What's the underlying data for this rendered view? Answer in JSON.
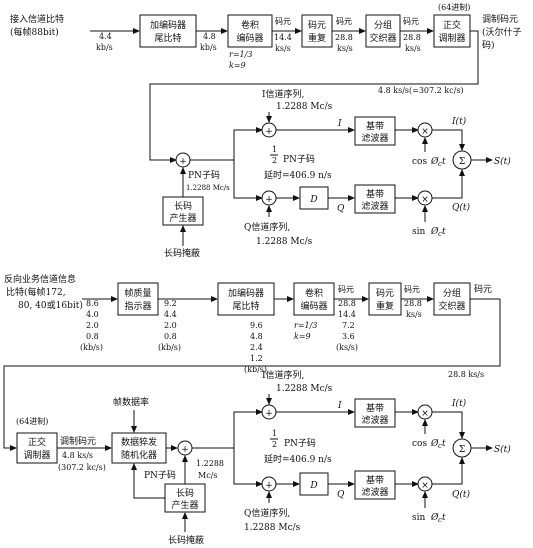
{
  "top": {
    "input_label": [
      "接入信道比特",
      "(每帧88bit)"
    ],
    "rate_in": [
      "4.4",
      "kb/s"
    ],
    "encoder_tail": [
      "加编码器",
      "尾比特"
    ],
    "rate_after_tail": [
      "4.8",
      "kb/s"
    ],
    "conv_encoder": [
      "卷积",
      "编码器"
    ],
    "conv_params": [
      "r=1/3",
      "k=9"
    ],
    "rate_after_conv": [
      "码元",
      "14.4",
      "ks/s"
    ],
    "symbol_repeat": [
      "码元",
      "重复"
    ],
    "rate_after_repeat": [
      "码元",
      "28.8",
      "ks/s"
    ],
    "interleaver": [
      "分组",
      "交织器"
    ],
    "rate_after_interleave": [
      "码元",
      "28.8",
      "ks/s"
    ],
    "walsh_label": "(64进制)",
    "orth_modulator": [
      "正交",
      "调制器"
    ],
    "mod_symbol": [
      "调制码元",
      "(沃尔什子",
      "码)"
    ],
    "rate_walsh": "4.8  ks/s(=307.2  kc/s)",
    "i_seq": [
      "I信道序列,",
      "1.2288  Mc/s"
    ],
    "q_seq": [
      "Q信道序列,",
      "1.2288  Mc/s"
    ],
    "pn_chip": [
      "PN子码",
      "1.2288 Mc/s"
    ],
    "long_code_gen": [
      "长码",
      "产生器"
    ],
    "long_code_mask": "长码掩蔽",
    "half_chip": [
      "1",
      "2",
      "PN子码"
    ],
    "delay": "延时=406.9  n/s",
    "d_block": "D",
    "baseband_filter": [
      "基带",
      "滤波器"
    ],
    "i_label": "I",
    "q_label": "Q",
    "cos": "cos",
    "sin": "sin",
    "omega_t": "Ø",
    "i_t": "I(t)",
    "q_t": "Q(t)",
    "sigma": "Σ",
    "s_t": "S(t)",
    "mult": "×",
    "plus": "+"
  },
  "bottom": {
    "input_label": [
      "反向业务信道信息",
      "比特(每帧172,",
      "80, 40或16bit)"
    ],
    "rates_in": [
      "8.6",
      "4.0",
      "2.0",
      "0.8",
      "(kb/s)"
    ],
    "frame_quality": [
      "帧质量",
      "指示器"
    ],
    "rates_fq": [
      "9.2",
      "4.4",
      "2.0",
      "0.8",
      "(kb/s)"
    ],
    "encoder_tail": [
      "加编码器",
      "尾比特"
    ],
    "rates_tail": [
      "9.6",
      "4.8",
      "2.4",
      "1.2",
      "(kb/s)"
    ],
    "conv_encoder": [
      "卷积",
      "编码器"
    ],
    "conv_params": [
      "r=1/3",
      "k=9"
    ],
    "rates_conv": [
      "码元",
      "28.8",
      "14.4",
      "7.2",
      "3.6",
      "(ks/s)"
    ],
    "symbol_repeat": [
      "码元",
      "重复"
    ],
    "rate_after_repeat": [
      "码元",
      "28.8",
      "ks/s"
    ],
    "interleaver": [
      "分组",
      "交织器"
    ],
    "rate_after_interleave": "码元",
    "rate_after_interleave_val": "28.8  ks/s",
    "walsh_label": "(64进制)",
    "orth_modulator": [
      "正交",
      "调制器"
    ],
    "mod_symbol": [
      "调制码元",
      "4.8  ks/s",
      "(307.2  kc/s)"
    ],
    "frame_rate": "帧数据率",
    "burst_randomizer": [
      "数据猝发",
      "随机化器"
    ],
    "pn_chip": "PN子码",
    "pn_rate": [
      "1.2288",
      "Mc/s"
    ],
    "long_code_gen": [
      "长码",
      "产生器"
    ],
    "long_code_mask": "长码掩蔽",
    "i_seq": [
      "I信道序列,",
      "1.2288  Mc/s"
    ],
    "q_seq": [
      "Q信道序列,",
      "1.2288  Mc/s"
    ],
    "half_chip": [
      "1",
      "2",
      "PN子码"
    ],
    "delay": "延时=406.9  n/s",
    "d_block": "D",
    "baseband_filter": [
      "基带",
      "滤波器"
    ],
    "i_label": "I",
    "q_label": "Q",
    "cos": "cos",
    "sin": "sin",
    "omega_t": "Ø",
    "i_t": "I(t)",
    "q_t": "Q(t)",
    "sigma": "Σ",
    "s_t": "S(t)",
    "mult": "×",
    "plus": "+"
  }
}
